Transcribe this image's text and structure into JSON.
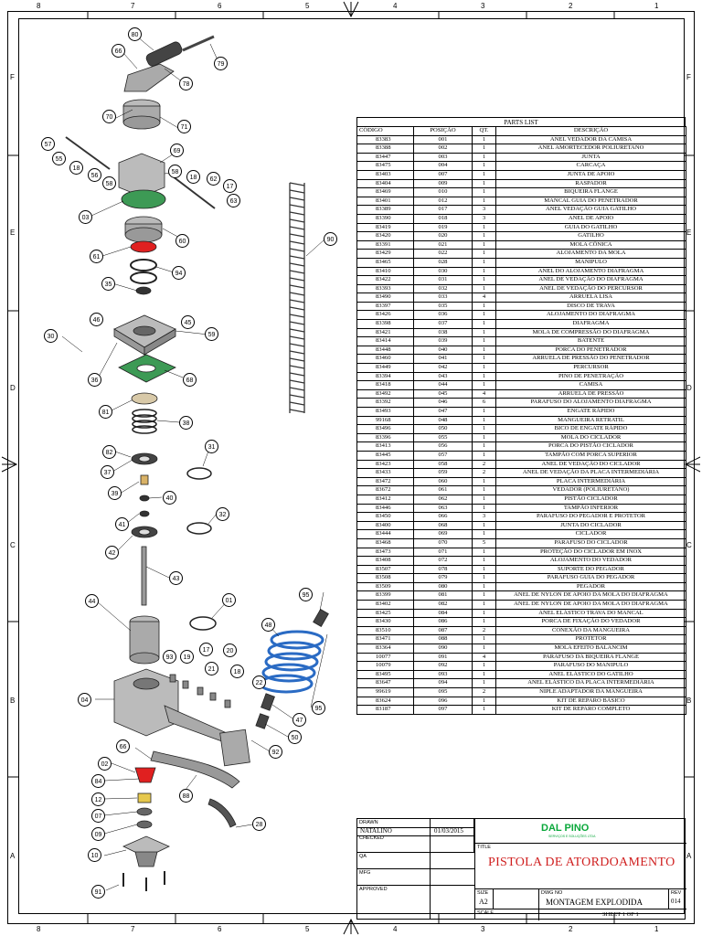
{
  "zones": {
    "top": [
      "8",
      "7",
      "6",
      "5",
      "4",
      "3",
      "2",
      "1"
    ],
    "bottom": [
      "8",
      "7",
      "6",
      "5",
      "4",
      "3",
      "2",
      "1"
    ],
    "left": [
      "F",
      "E",
      "D",
      "C",
      "B",
      "A"
    ],
    "right": [
      "F",
      "E",
      "D",
      "C",
      "B",
      "A"
    ]
  },
  "parts_list": {
    "title": "PARTS LIST",
    "headers": [
      "CÓDIGO",
      "POSIÇÃO",
      "QT.",
      "DESCRIÇÃO"
    ],
    "rows": [
      [
        "83383",
        "001",
        "1",
        "ANEL VEDADOR DA CAMISA"
      ],
      [
        "83388",
        "002",
        "1",
        "ANEL AMORTECEDOR POLIURETANO"
      ],
      [
        "83447",
        "003",
        "1",
        "JUNTA"
      ],
      [
        "83475",
        "004",
        "1",
        "CARCAÇA"
      ],
      [
        "83403",
        "007",
        "1",
        "JUNTA DE APOIO"
      ],
      [
        "83404",
        "009",
        "1",
        "RASPADOR"
      ],
      [
        "83469",
        "010",
        "1",
        "BIQUEIRA FLANGE"
      ],
      [
        "83401",
        "012",
        "1",
        "MANCAL GUIA DO PENETRADOR"
      ],
      [
        "83389",
        "017",
        "3",
        "ANEL VEDAÇÃO GUIA GATILHO"
      ],
      [
        "83390",
        "018",
        "3",
        "ANEL DE APOIO"
      ],
      [
        "83419",
        "019",
        "1",
        "GUIA DO GATILHO"
      ],
      [
        "83420",
        "020",
        "1",
        "GATILHO"
      ],
      [
        "83391",
        "021",
        "1",
        "MOLA CÔNICA"
      ],
      [
        "83429",
        "022",
        "1",
        "ALOJAMENTO DA MOLA"
      ],
      [
        "83465",
        "028",
        "1",
        "MANIPULO"
      ],
      [
        "83410",
        "030",
        "1",
        "ANEL DO ALOJAMENTO DIAFRAGMA"
      ],
      [
        "83422",
        "031",
        "1",
        "ANEL DE VEDAÇÃO DO DIAFRAGMA"
      ],
      [
        "83393",
        "032",
        "1",
        "ANEL DE VEDAÇÃO DO PERCURSOR"
      ],
      [
        "83490",
        "033",
        "4",
        "ARRUELA LISA"
      ],
      [
        "83397",
        "035",
        "1",
        "DISCO DE TRAVA"
      ],
      [
        "83426",
        "036",
        "1",
        "ALOJAMENTO DO DIAFRAGMA"
      ],
      [
        "83398",
        "037",
        "1",
        "DIAFRAGMA"
      ],
      [
        "83421",
        "038",
        "1",
        "MOLA DE COMPRESSÃO DO DIAFRAGMA"
      ],
      [
        "83414",
        "039",
        "1",
        "BATENTE"
      ],
      [
        "83448",
        "040",
        "1",
        "PORCA DO PENETRADOR"
      ],
      [
        "83460",
        "041",
        "1",
        "ARRUELA DE PRESSÃO DO PENETRADOR"
      ],
      [
        "83449",
        "042",
        "1",
        "PERCURSOR"
      ],
      [
        "83394",
        "043",
        "1",
        "PINO DE PENETRAÇÃO"
      ],
      [
        "83418",
        "044",
        "1",
        "CAMISA"
      ],
      [
        "83492",
        "045",
        "4",
        "ARRUELA DE PRESSÃO"
      ],
      [
        "83392",
        "046",
        "6",
        "PARAFUSO DO ALOJAMENTO DIAFRAGMA"
      ],
      [
        "83493",
        "047",
        "1",
        "ENGATE RÁPIDO"
      ],
      [
        "99168",
        "048",
        "1",
        "MANGUEIRA RETRATIL"
      ],
      [
        "83496",
        "050",
        "1",
        "BICO DE ENGATE RÁPIDO"
      ],
      [
        "83396",
        "055",
        "1",
        "MOLA DO CICLADOR"
      ],
      [
        "83413",
        "056",
        "1",
        "PORCA DO PISTÃO CICLADOR"
      ],
      [
        "83445",
        "057",
        "1",
        "TAMPÃO COM PORCA SUPERIOR"
      ],
      [
        "83423",
        "058",
        "2",
        "ANEL DE VEDAÇÃO DO CICLADOR"
      ],
      [
        "83433",
        "059",
        "2",
        "ANEL DE VEDAÇÃO DA PLACA INTERMEDIÁRIA"
      ],
      [
        "83472",
        "060",
        "1",
        "PLACA INTERMEDIÁRIA"
      ],
      [
        "83672",
        "061",
        "1",
        "VEDADOR (POLIURETANO)"
      ],
      [
        "83412",
        "062",
        "1",
        "PISTÃO CICLADOR"
      ],
      [
        "83446",
        "063",
        "1",
        "TAMPÃO INFERIOR"
      ],
      [
        "83450",
        "066",
        "3",
        "PARAFUSO DO PEGADOR E PROTETOR"
      ],
      [
        "83400",
        "068",
        "1",
        "JUNTA DO CICLADOR"
      ],
      [
        "83444",
        "069",
        "1",
        "CICLADOR"
      ],
      [
        "83468",
        "070",
        "5",
        "PARAFUSO DO CICLADOR"
      ],
      [
        "83473",
        "071",
        "1",
        "PROTEÇÃO DO CICLADOR EM INOX"
      ],
      [
        "83408",
        "072",
        "1",
        "ALOJAMENTO DO VEDADOR"
      ],
      [
        "83507",
        "078",
        "1",
        "SUPORTE DO PEGADOR"
      ],
      [
        "83508",
        "079",
        "1",
        "PARAFUSO GUIA DO PEGADOR"
      ],
      [
        "83509",
        "080",
        "1",
        "PEGADOR"
      ],
      [
        "83399",
        "081",
        "1",
        "ANEL DE NYLON DE APOIO DA MOLA DO DIAFRAGMA"
      ],
      [
        "83402",
        "082",
        "1",
        "ANEL DE NYLON DE APOIO DA MOLA DO DIAFRAGMA"
      ],
      [
        "83425",
        "084",
        "1",
        "ANEL ELÁSTICO TRAVA DO MANCAL"
      ],
      [
        "83430",
        "086",
        "1",
        "PORCA DE FIXAÇÃO DO VEDADOR"
      ],
      [
        "83510",
        "087",
        "2",
        "CONEXÃO DA MANGUEIRA"
      ],
      [
        "83471",
        "088",
        "1",
        "PROTETOR"
      ],
      [
        "83364",
        "090",
        "1",
        "MOLA EFEITO BALANCIM"
      ],
      [
        "10077",
        "091",
        "4",
        "PARAFUSO DA BIQUEIRA FLANGE"
      ],
      [
        "10079",
        "092",
        "1",
        "PARAFUSO DO MANIPULO"
      ],
      [
        "83495",
        "093",
        "1",
        "ANEL ELÁSTICO  DO GATILHO"
      ],
      [
        "83647",
        "094",
        "1",
        "ANEL ELÁSTICO DA PLACA INTERMEDIÁRIA"
      ],
      [
        "99619",
        "095",
        "2",
        "NIPLE ADAPTADOR DA MANGUEIRA"
      ],
      [
        "83624",
        "096",
        "1",
        "KIT DE REPARO BÁSICO"
      ],
      [
        "83187",
        "097",
        "1",
        "KIT DE REPARO COMPLETO"
      ]
    ]
  },
  "title_block": {
    "drawn_label": "DRAWN",
    "drawn_by": "NATALINO",
    "date": "01/03/2015",
    "checked_label": "CHECKED",
    "qa_label": "QA",
    "mfg_label": "MFG",
    "approved_label": "APPROVED",
    "title_label": "TITLE",
    "brand": "DAL PINO",
    "brand_sub": "SERVIÇOS E SOLUÇÕES LTDA",
    "title": "PISTOLA DE ATORDOAMENTO",
    "size_label": "SIZE",
    "size": "A2",
    "dwg_label": "DWG NO",
    "dwg_no": "MONTAGEM EXPLODIDA",
    "rev_label": "REV",
    "rev": "014",
    "scale_label": "SCALE",
    "sheet": "SHEET  1    OF  1"
  },
  "callouts": [
    {
      "label": "80"
    },
    {
      "label": "66"
    },
    {
      "label": "79"
    },
    {
      "label": "78"
    },
    {
      "label": "70"
    },
    {
      "label": "71"
    },
    {
      "label": "57"
    },
    {
      "label": "55"
    },
    {
      "label": "18"
    },
    {
      "label": "56"
    },
    {
      "label": "58"
    },
    {
      "label": "69"
    },
    {
      "label": "58"
    },
    {
      "label": "18"
    },
    {
      "label": "62"
    },
    {
      "label": "17"
    },
    {
      "label": "63"
    },
    {
      "label": "03"
    },
    {
      "label": "60"
    },
    {
      "label": "61"
    },
    {
      "label": "94"
    },
    {
      "label": "35"
    },
    {
      "label": "46"
    },
    {
      "label": "45"
    },
    {
      "label": "30"
    },
    {
      "label": "59"
    },
    {
      "label": "36"
    },
    {
      "label": "68"
    },
    {
      "label": "81"
    },
    {
      "label": "38"
    },
    {
      "label": "31"
    },
    {
      "label": "82"
    },
    {
      "label": "37"
    },
    {
      "label": "39"
    },
    {
      "label": "40"
    },
    {
      "label": "41"
    },
    {
      "label": "32"
    },
    {
      "label": "42"
    },
    {
      "label": "43"
    },
    {
      "label": "90"
    },
    {
      "label": "44"
    },
    {
      "label": "01"
    },
    {
      "label": "95"
    },
    {
      "label": "48"
    },
    {
      "label": "93"
    },
    {
      "label": "19"
    },
    {
      "label": "17"
    },
    {
      "label": "20"
    },
    {
      "label": "21"
    },
    {
      "label": "18"
    },
    {
      "label": "22"
    },
    {
      "label": "04"
    },
    {
      "label": "47"
    },
    {
      "label": "95"
    },
    {
      "label": "50"
    },
    {
      "label": "92"
    },
    {
      "label": "66"
    },
    {
      "label": "02"
    },
    {
      "label": "84"
    },
    {
      "label": "88"
    },
    {
      "label": "12"
    },
    {
      "label": "07"
    },
    {
      "label": "09"
    },
    {
      "label": "10"
    },
    {
      "label": "28"
    },
    {
      "label": "91"
    }
  ]
}
